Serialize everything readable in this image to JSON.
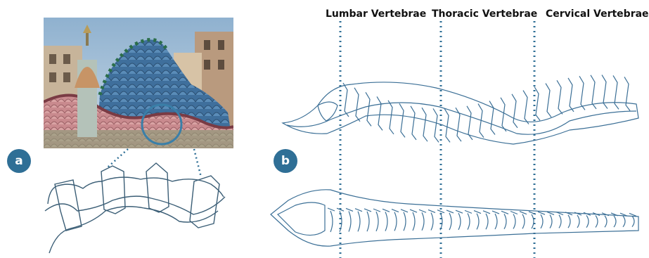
{
  "panel_a": {
    "badge": "a"
  },
  "panel_b": {
    "badge": "b",
    "regions": [
      {
        "label": "Lumbar Vertebrae"
      },
      {
        "label": "Thoracic Vertebrae"
      },
      {
        "label": "Cervical Vertebrae"
      }
    ]
  },
  "colors": {
    "accent": "#2f6f96",
    "line": "#3b5e76",
    "sky": "#9bb6cf",
    "roof_blue": "#3c6f9a",
    "roof_pink": "#c98a8e"
  },
  "icons": [
    "photo-icon"
  ]
}
